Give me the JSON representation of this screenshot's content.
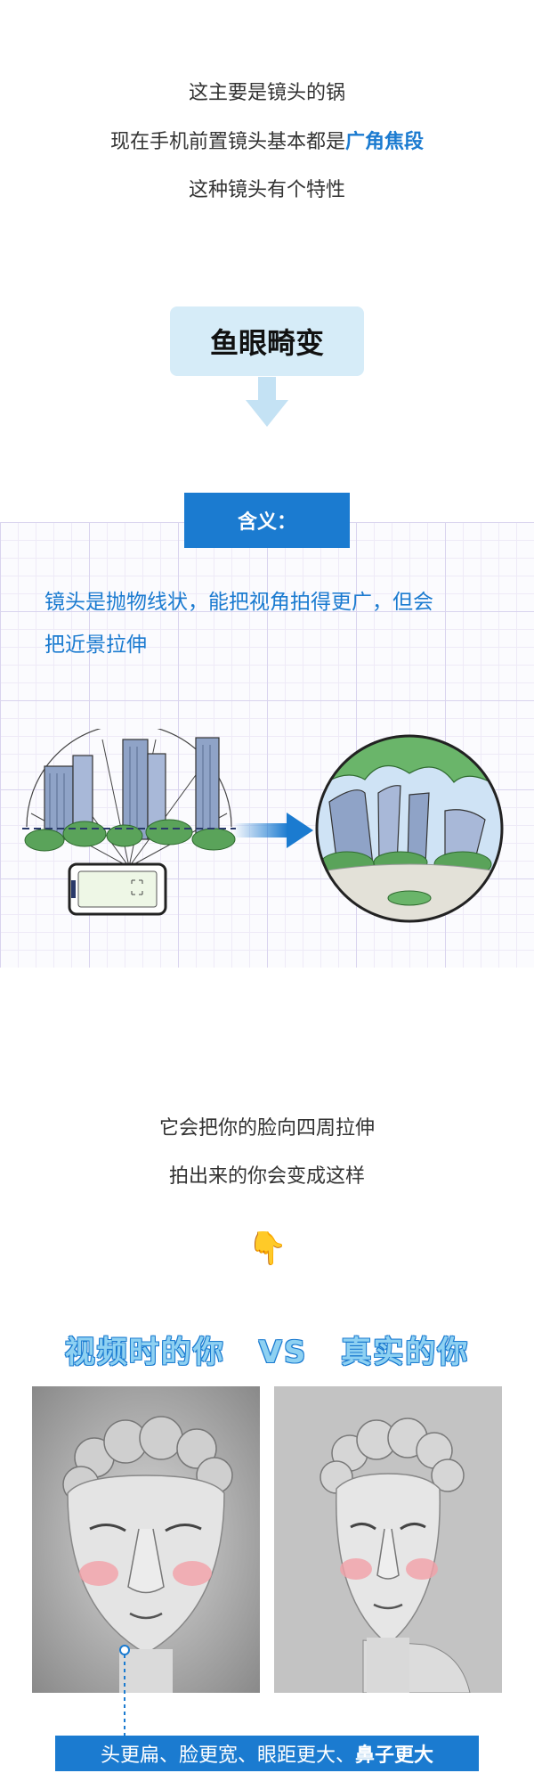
{
  "intro": {
    "line1": "这主要是镜头的锅",
    "line2_prefix": "现在手机前置镜头基本都是",
    "line2_highlight": "广角焦段",
    "line3": "这种镜头有个特性"
  },
  "concept_box": {
    "label": "鱼眼畸变"
  },
  "meaning": {
    "tab_label": "含义：",
    "line1": "镜头是抛物线状，能把视角拍得更广，但会",
    "line2": "把近景拉伸"
  },
  "effect": {
    "line1": "它会把你的脸向四周拉伸",
    "line2": "拍出来的你会变成这样"
  },
  "pointing_emoji": "👇",
  "comparison": {
    "left_title": "视频时的你",
    "vs": "VS",
    "right_title": "真实的你"
  },
  "caption": {
    "prefix": "头更扁、脸更宽、眼距更大、",
    "highlight": "鼻子更大"
  },
  "colors": {
    "accent_blue": "#1b7bd0",
    "light_blue_box": "#d6ecf8",
    "blush": "#f2a0a8"
  }
}
